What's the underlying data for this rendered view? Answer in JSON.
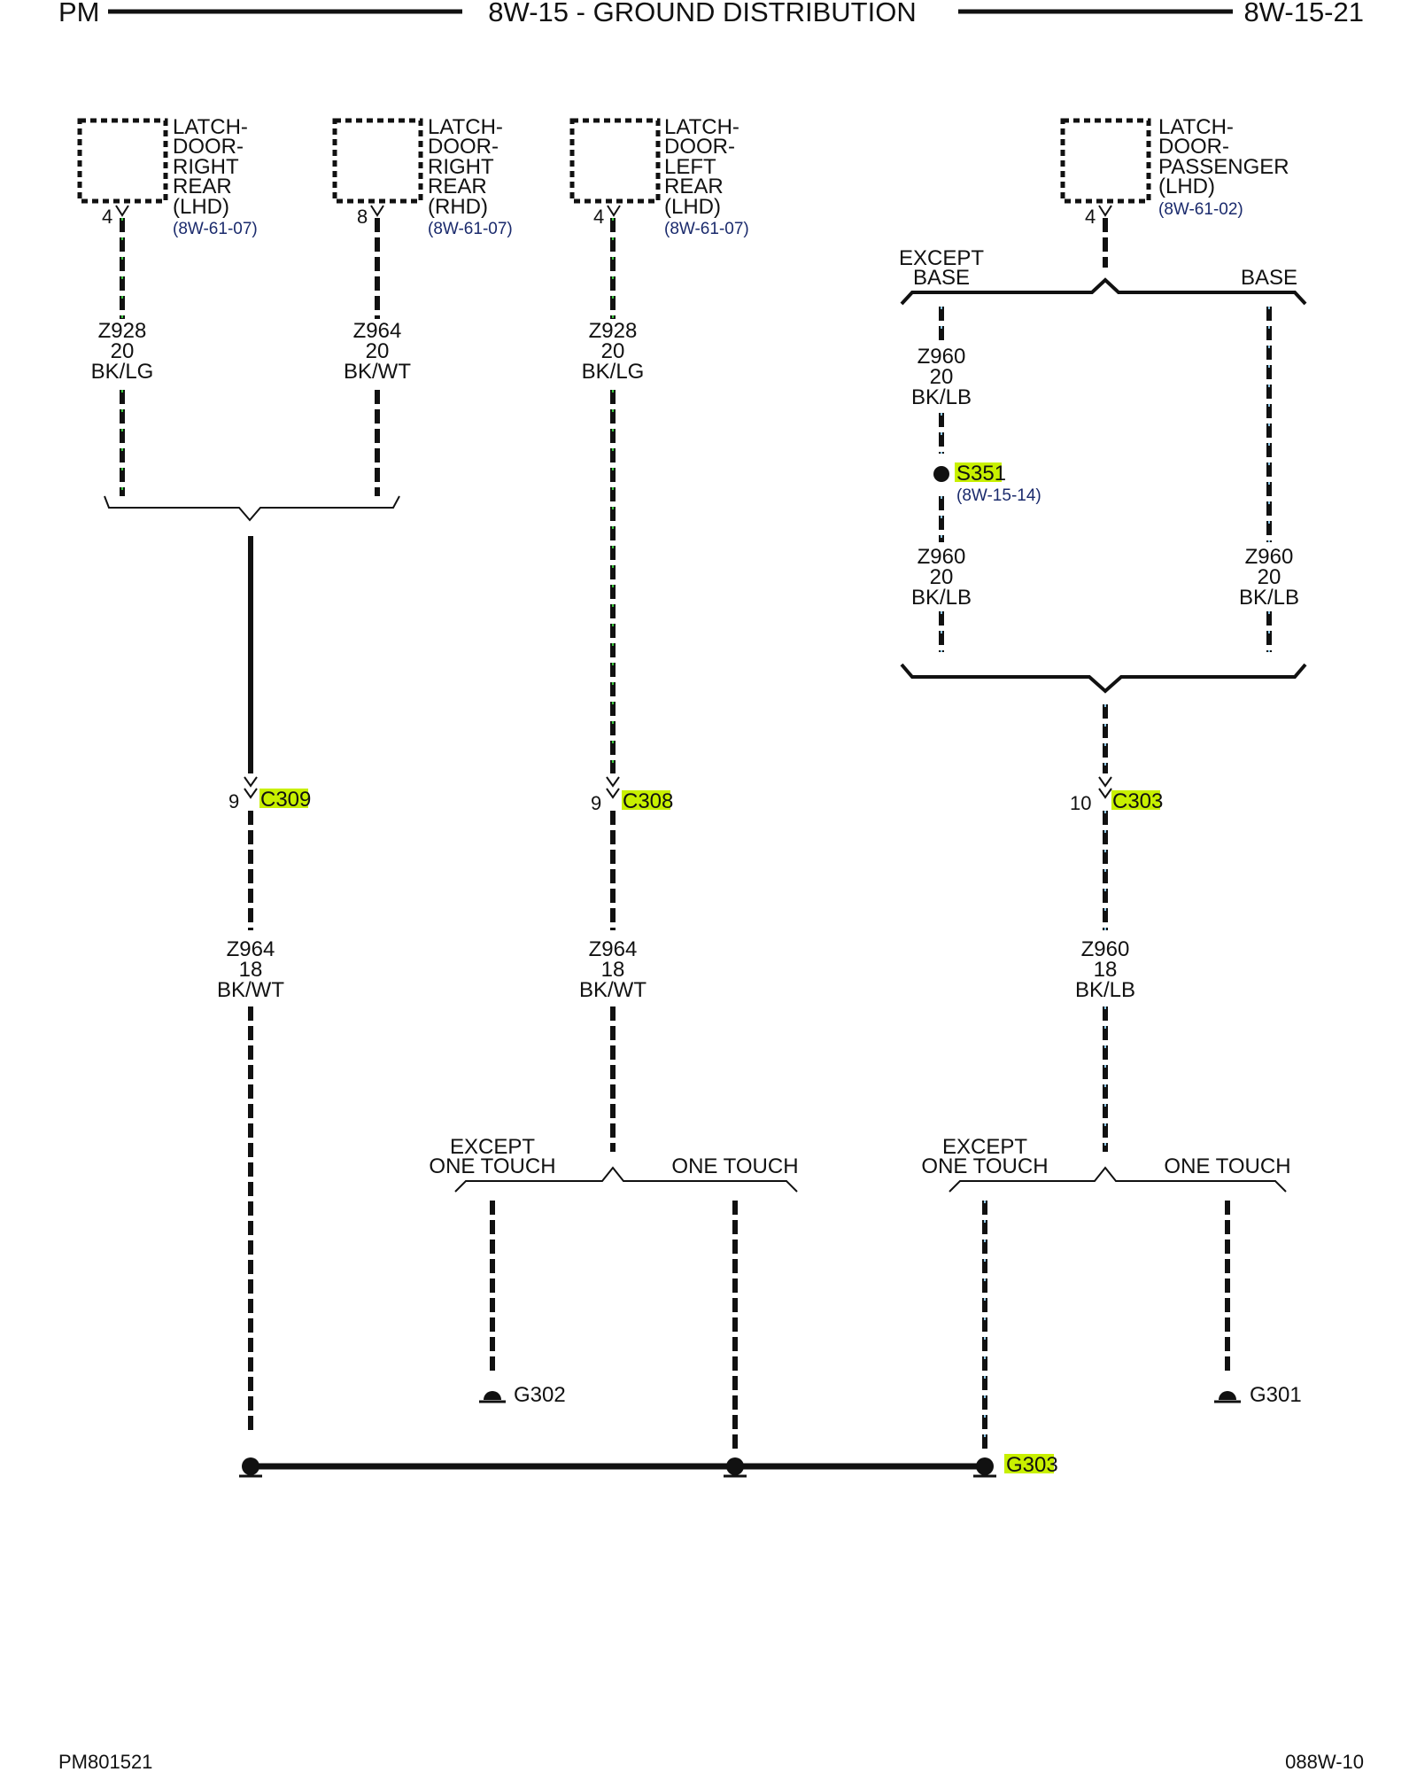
{
  "header": {
    "left": "PM",
    "title": "8W-15 - GROUND DISTRIBUTION",
    "page": "8W-15-21"
  },
  "footer": {
    "left": "PM801521",
    "right": "088W-10"
  },
  "components": [
    {
      "lines": [
        "LATCH-",
        "DOOR-",
        "RIGHT",
        "REAR",
        "(LHD)"
      ],
      "ref": "(8W-61-07)",
      "pin": "4"
    },
    {
      "lines": [
        "LATCH-",
        "DOOR-",
        "RIGHT",
        "REAR",
        "(RHD)"
      ],
      "ref": "(8W-61-07)",
      "pin": "8"
    },
    {
      "lines": [
        "LATCH-",
        "DOOR-",
        "LEFT",
        "REAR",
        "(LHD)"
      ],
      "ref": "(8W-61-07)",
      "pin": "4"
    },
    {
      "lines": [
        "LATCH-",
        "DOOR-",
        "PASSENGER",
        "(LHD)"
      ],
      "ref": "(8W-61-02)",
      "pin": "4"
    }
  ],
  "wires": [
    {
      "circuit": "Z928",
      "gauge": "20",
      "color": "BK/LG"
    },
    {
      "circuit": "Z964",
      "gauge": "20",
      "color": "BK/WT"
    },
    {
      "circuit": "Z928",
      "gauge": "20",
      "color": "BK/LG"
    },
    {
      "circuit": "Z960",
      "gauge": "20",
      "color": "BK/LB"
    },
    {
      "circuit": "Z960",
      "gauge": "20",
      "color": "BK/LB"
    },
    {
      "circuit": "Z960",
      "gauge": "20",
      "color": "BK/LB"
    },
    {
      "circuit": "Z964",
      "gauge": "18",
      "color": "BK/WT"
    },
    {
      "circuit": "Z964",
      "gauge": "18",
      "color": "BK/WT"
    },
    {
      "circuit": "Z960",
      "gauge": "18",
      "color": "BK/LB"
    }
  ],
  "options": {
    "except_base": [
      "EXCEPT",
      "BASE"
    ],
    "base": "BASE",
    "except_one_touch": [
      "EXCEPT",
      "ONE TOUCH"
    ],
    "one_touch": "ONE TOUCH"
  },
  "splice": {
    "name": "S351",
    "ref": "(8W-15-14)"
  },
  "connectors": [
    {
      "name": "C309",
      "pin": "9"
    },
    {
      "name": "C308",
      "pin": "9"
    },
    {
      "name": "C303",
      "pin": "10"
    }
  ],
  "grounds": [
    "G302",
    "G301",
    "G303"
  ],
  "colors": {
    "wire": "#111111",
    "stripe_light_green": "#39c93c",
    "stripe_white": "#ffffff",
    "stripe_light_blue": "#8ec8e8",
    "highlight": "#c8f000",
    "reference_text": "#1a2a6c"
  }
}
